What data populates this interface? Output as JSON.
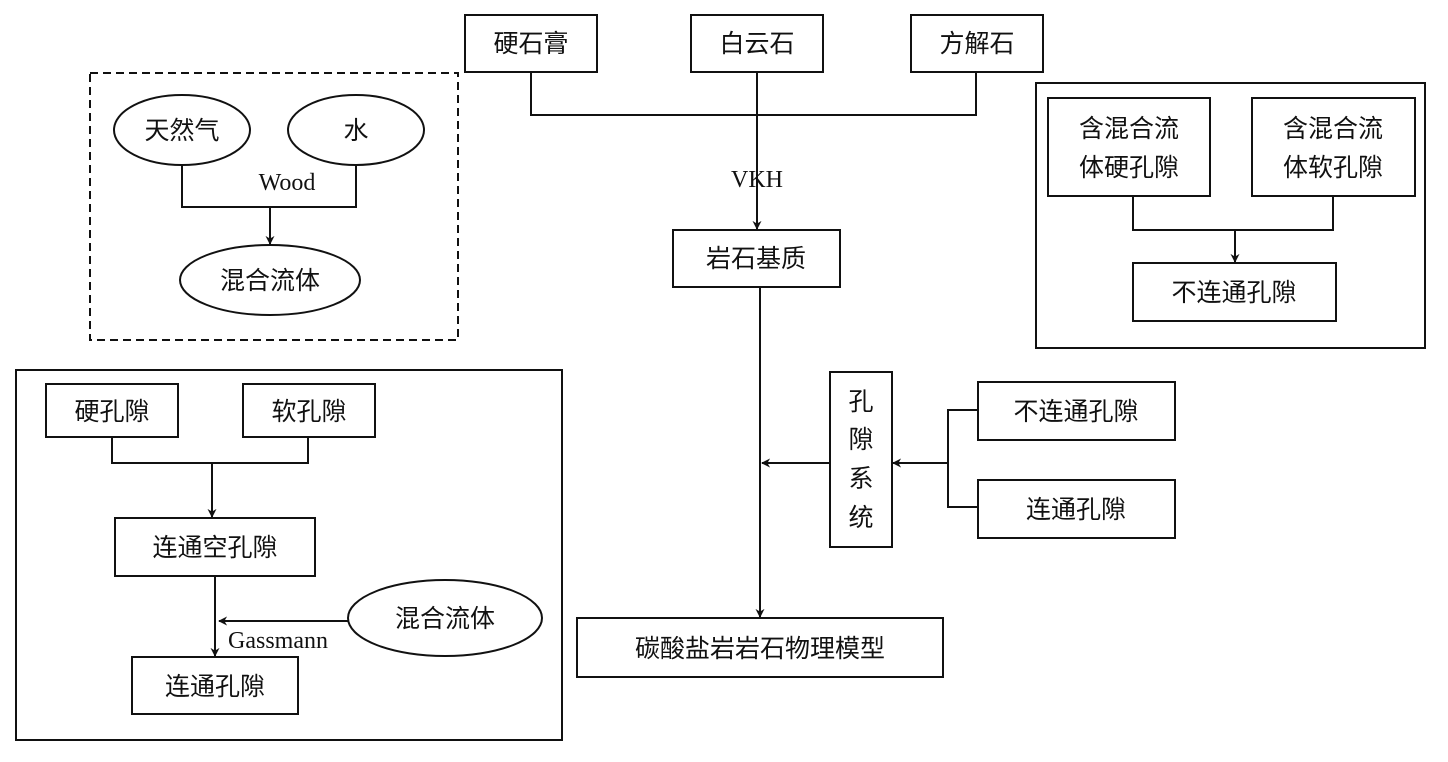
{
  "fluid_panel": {
    "gas": "天然气",
    "water": "水",
    "method": "Wood",
    "mixed_fluid": "混合流体"
  },
  "minerals": [
    "硬石膏",
    "白云石",
    "方解石"
  ],
  "matrix_method": "VKH",
  "rock_matrix": "岩石基质",
  "final_model": "碳酸盐岩岩石物理模型",
  "pore_system": [
    "孔",
    "隙",
    "系",
    "统"
  ],
  "pore_types": {
    "disconnected": "不连通孔隙",
    "connected": "连通孔隙"
  },
  "disconnected_panel": {
    "hard": "含混合流体硬孔隙",
    "hard_lines": [
      "含混合流",
      "体硬孔隙"
    ],
    "soft_lines": [
      "含混合流",
      "体软孔隙"
    ],
    "result": "不连通孔隙"
  },
  "connected_panel": {
    "hard": "硬孔隙",
    "soft": "软孔隙",
    "dry": "连通空孔隙",
    "fluid": "混合流体",
    "method": "Gassmann",
    "result": "连通孔隙"
  }
}
